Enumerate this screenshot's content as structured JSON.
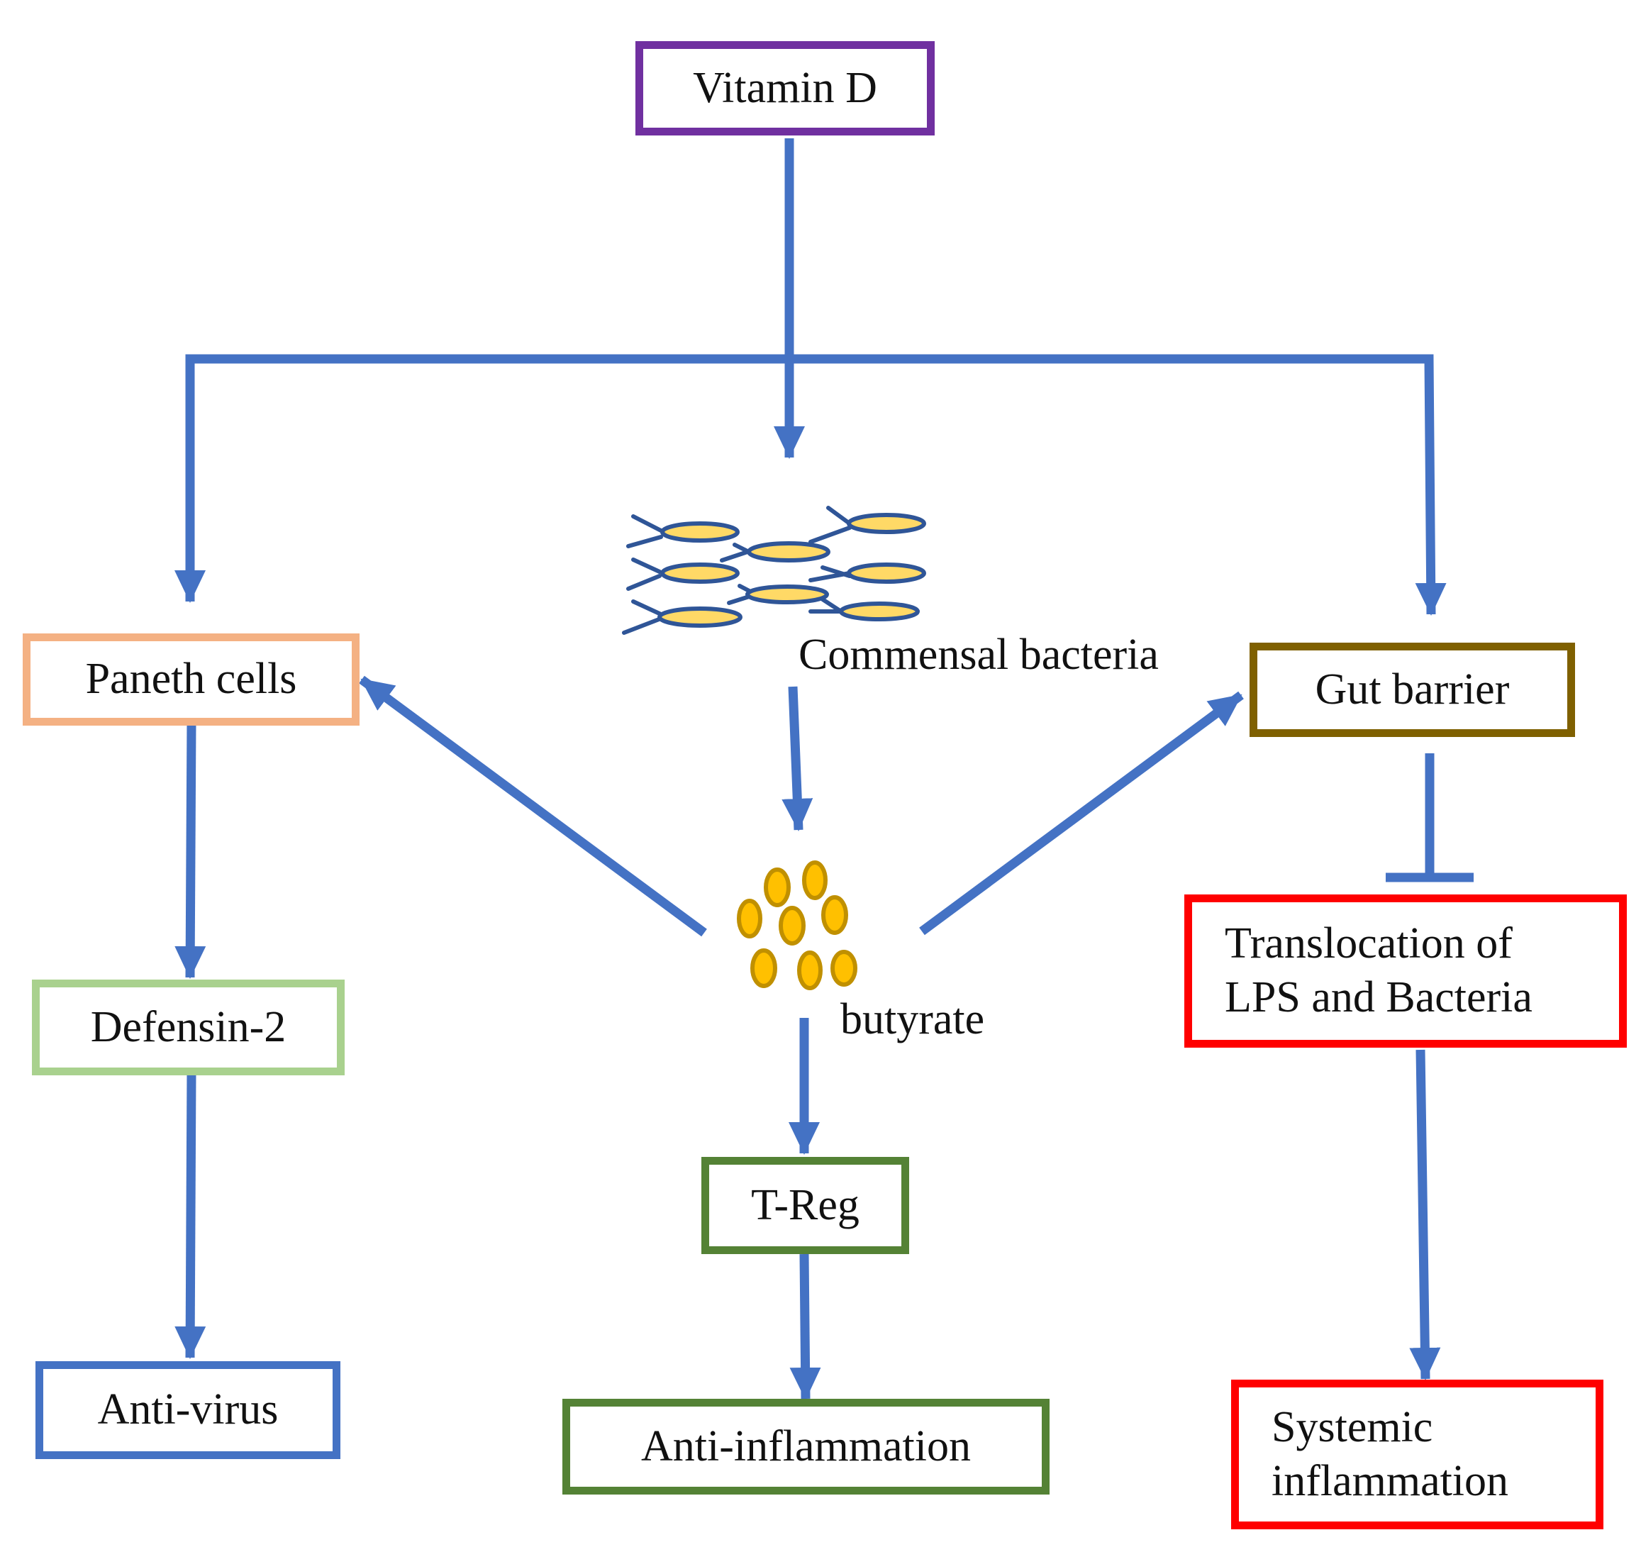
{
  "nodes": {
    "vitamin_d": "Vitamin D",
    "paneth_cells": "Paneth cells",
    "gut_barrier": "Gut barrier",
    "defensin_2": "Defensin-2",
    "translocation": [
      "Translocation of",
      "LPS and Bacteria"
    ],
    "t_reg": "T-Reg",
    "anti_virus": "Anti-virus",
    "anti_inflammation": "Anti-inflammation",
    "systemic_inflammation": [
      "Systemic",
      "inflammation"
    ]
  },
  "labels": {
    "commensal_bacteria": "Commensal bacteria",
    "butyrate": "butyrate"
  },
  "colors": {
    "arrow": "#4472C4",
    "vitamin_d": "#7030A0",
    "paneth_cells": "#F4B183",
    "defensin_2": "#A9D18E",
    "anti_virus": "#4472C4",
    "t_reg": "#548235",
    "anti_inflammation": "#548235",
    "gut_barrier": "#7F6000",
    "translocation": "#FF0000",
    "systemic_inflammation": "#FF0000",
    "bacteria_fill": "#FFD966",
    "bacteria_stroke": "#2F5597",
    "butyrate_fill": "#FFC000",
    "butyrate_stroke": "#C09000"
  },
  "edges": [
    {
      "from": "vitamin_d",
      "to": "commensal_bacteria",
      "type": "activates"
    },
    {
      "from": "vitamin_d",
      "to": "paneth_cells",
      "type": "activates"
    },
    {
      "from": "vitamin_d",
      "to": "gut_barrier",
      "type": "activates"
    },
    {
      "from": "commensal_bacteria",
      "to": "butyrate",
      "type": "activates"
    },
    {
      "from": "butyrate",
      "to": "paneth_cells",
      "type": "activates"
    },
    {
      "from": "butyrate",
      "to": "gut_barrier",
      "type": "activates"
    },
    {
      "from": "butyrate",
      "to": "t_reg",
      "type": "activates"
    },
    {
      "from": "paneth_cells",
      "to": "defensin_2",
      "type": "activates"
    },
    {
      "from": "defensin_2",
      "to": "anti_virus",
      "type": "activates"
    },
    {
      "from": "t_reg",
      "to": "anti_inflammation",
      "type": "activates"
    },
    {
      "from": "gut_barrier",
      "to": "translocation",
      "type": "inhibits"
    },
    {
      "from": "translocation",
      "to": "systemic_inflammation",
      "type": "activates"
    }
  ]
}
